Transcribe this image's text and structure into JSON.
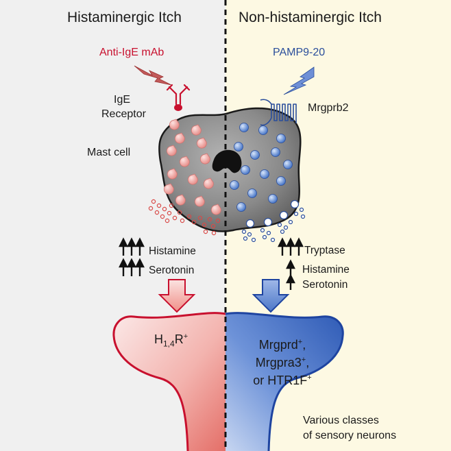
{
  "colors": {
    "left_bg": "#f0f0f0",
    "right_bg": "#fdf9e3",
    "red": "#c8102e",
    "blue": "#2a4e9b",
    "cell": "#6e6e6e",
    "neuron_red": "#e8867f",
    "neuron_blue": "#4b75c8"
  },
  "left": {
    "title": "Histaminergic Itch",
    "stimulus": "Anti-IgE mAb",
    "receptor": [
      "IgE",
      "Receptor"
    ],
    "cell_label": "Mast cell",
    "mediators": [
      "Histamine",
      "Serotonin"
    ],
    "neuron_receptor": {
      "base": "H",
      "sub": "1,4",
      "main": "R",
      "sup": "+"
    }
  },
  "right": {
    "title": "Non-histaminergic Itch",
    "stimulus": "PAMP9-20",
    "receptor": "Mrgprb2",
    "mediators": [
      "Tryptase",
      "Histamine",
      "Serotonin"
    ],
    "neuron_receptors": [
      "Mrgprd",
      "Mrgpra3",
      "or HTR1F"
    ],
    "neuron_sup": "+",
    "caption": [
      "Various classes",
      "of sensory neurons"
    ]
  },
  "icons": {
    "stimulus_left": "lightning-bolt-icon",
    "stimulus_right": "lightning-bolt-icon",
    "antibody": "antibody-icon",
    "gpcr": "gpcr-receptor-icon",
    "nucleus": "nucleus-icon",
    "arrow": "up-arrow-icon",
    "flow": "down-arrow-icon"
  }
}
